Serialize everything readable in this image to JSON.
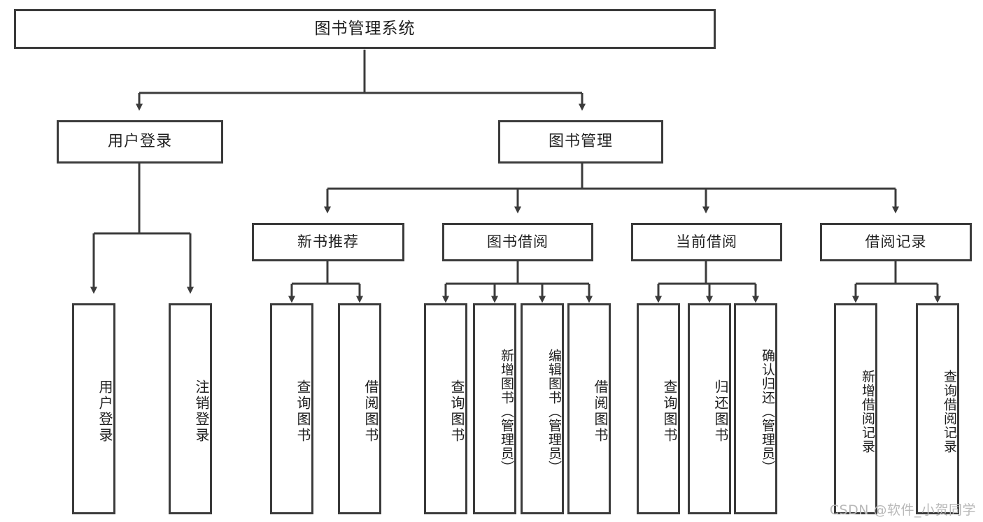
{
  "diagram": {
    "type": "tree-hierarchy",
    "title": "图书管理系统",
    "orientation": "top-down",
    "border_color": "#3b3b3b",
    "background_color": "#ffffff",
    "text_color": "#1f1f1f",
    "nodes": [
      {
        "id": "root",
        "level": 0,
        "label": "图书管理系统",
        "orientation": "horizontal",
        "parent": null
      },
      {
        "id": "user-login",
        "level": 1,
        "label": "用户登录",
        "orientation": "horizontal",
        "parent": "root"
      },
      {
        "id": "book-manage",
        "level": 1,
        "label": "图书管理",
        "orientation": "horizontal",
        "parent": "root"
      },
      {
        "id": "new-book-rec",
        "level": 2,
        "label": "新书推荐",
        "orientation": "horizontal",
        "parent": "book-manage"
      },
      {
        "id": "book-borrow",
        "level": 2,
        "label": "图书借阅",
        "orientation": "horizontal",
        "parent": "book-manage"
      },
      {
        "id": "current-borrow",
        "level": 2,
        "label": "当前借阅",
        "orientation": "horizontal",
        "parent": "book-manage"
      },
      {
        "id": "borrow-record",
        "level": 2,
        "label": "借阅记录",
        "orientation": "horizontal",
        "parent": "book-manage"
      },
      {
        "id": "leaf-login",
        "level": 3,
        "label": "用户登录",
        "orientation": "vertical",
        "parent": "user-login"
      },
      {
        "id": "leaf-logout",
        "level": 3,
        "label": "注销登录",
        "orientation": "vertical",
        "parent": "user-login"
      },
      {
        "id": "leaf-query-1",
        "level": 3,
        "label": "查询图书",
        "orientation": "vertical",
        "parent": "new-book-rec"
      },
      {
        "id": "leaf-borrow-1",
        "level": 3,
        "label": "借阅图书",
        "orientation": "vertical",
        "parent": "new-book-rec"
      },
      {
        "id": "leaf-query-2",
        "level": 3,
        "label": "查询图书",
        "orientation": "vertical",
        "parent": "book-borrow"
      },
      {
        "id": "leaf-add-book",
        "level": 3,
        "label": "新增图书（管理员）",
        "orientation": "vertical",
        "parent": "book-borrow"
      },
      {
        "id": "leaf-edit-book",
        "level": 3,
        "label": "编辑图书（管理员）",
        "orientation": "vertical",
        "parent": "book-borrow"
      },
      {
        "id": "leaf-borrow-2",
        "level": 3,
        "label": "借阅图书",
        "orientation": "vertical",
        "parent": "book-borrow"
      },
      {
        "id": "leaf-query-3",
        "level": 3,
        "label": "查询图书",
        "orientation": "vertical",
        "parent": "current-borrow"
      },
      {
        "id": "leaf-return",
        "level": 3,
        "label": "归还图书",
        "orientation": "vertical",
        "parent": "current-borrow"
      },
      {
        "id": "leaf-confirm",
        "level": 3,
        "label": "确认归还（管理员）",
        "orientation": "vertical",
        "parent": "current-borrow"
      },
      {
        "id": "leaf-add-rec",
        "level": 3,
        "label": "新增借阅记录",
        "orientation": "vertical",
        "parent": "borrow-record"
      },
      {
        "id": "leaf-query-rec",
        "level": 3,
        "label": "查询借阅记录",
        "orientation": "vertical",
        "parent": "borrow-record"
      }
    ]
  },
  "watermark": {
    "text": "CSDN @软件_小贺同学",
    "color": "#b9b9b9"
  }
}
